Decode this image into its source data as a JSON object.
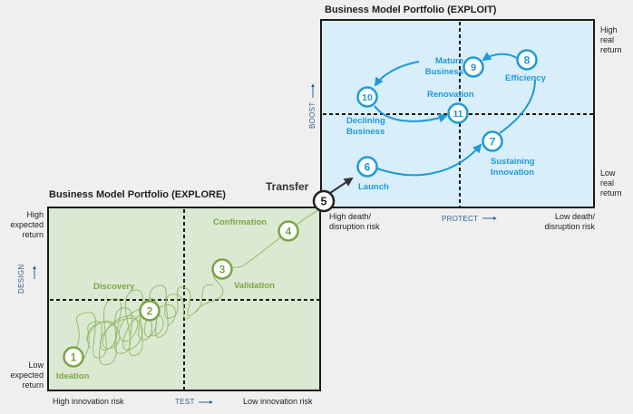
{
  "explore": {
    "title": "Business Model Portfolio (EXPLORE)",
    "y_high": [
      "High",
      "expected",
      "return"
    ],
    "y_low": [
      "Low",
      "expected",
      "return"
    ],
    "y_axis": "DESIGN",
    "x_left": "High innovation risk",
    "x_axis": "TEST",
    "x_right": "Low innovation risk",
    "color": "#7ba545",
    "background": "#dbe9d2",
    "steps": [
      {
        "n": "1",
        "label": "Ideation"
      },
      {
        "n": "2",
        "label": "Discovery"
      },
      {
        "n": "3",
        "label": "Validation"
      },
      {
        "n": "4",
        "label": "Confirmation"
      }
    ]
  },
  "transfer": {
    "label": "Transfer",
    "n": "5"
  },
  "exploit": {
    "title": "Business Model Portfolio (EXPLOIT)",
    "y_high": [
      "High",
      "real",
      "return"
    ],
    "y_low": [
      "Low",
      "real",
      "return"
    ],
    "y_axis": "BOOST",
    "x_left": [
      "High death/",
      "disruption risk"
    ],
    "x_axis": "PROTECT",
    "x_right": [
      "Low death/",
      "disruption risk"
    ],
    "color": "#1e9ad6",
    "background": "#d8eefa",
    "steps": [
      {
        "n": "6",
        "label": "Launch"
      },
      {
        "n": "7",
        "label": [
          "Sustaining",
          "Innovation"
        ]
      },
      {
        "n": "8",
        "label": "Efficiency"
      },
      {
        "n": "9",
        "label": [
          "Mature",
          "Business"
        ]
      },
      {
        "n": "10",
        "label": [
          "Declining",
          "Business"
        ]
      },
      {
        "n": "11",
        "label": "Renovation"
      }
    ]
  }
}
